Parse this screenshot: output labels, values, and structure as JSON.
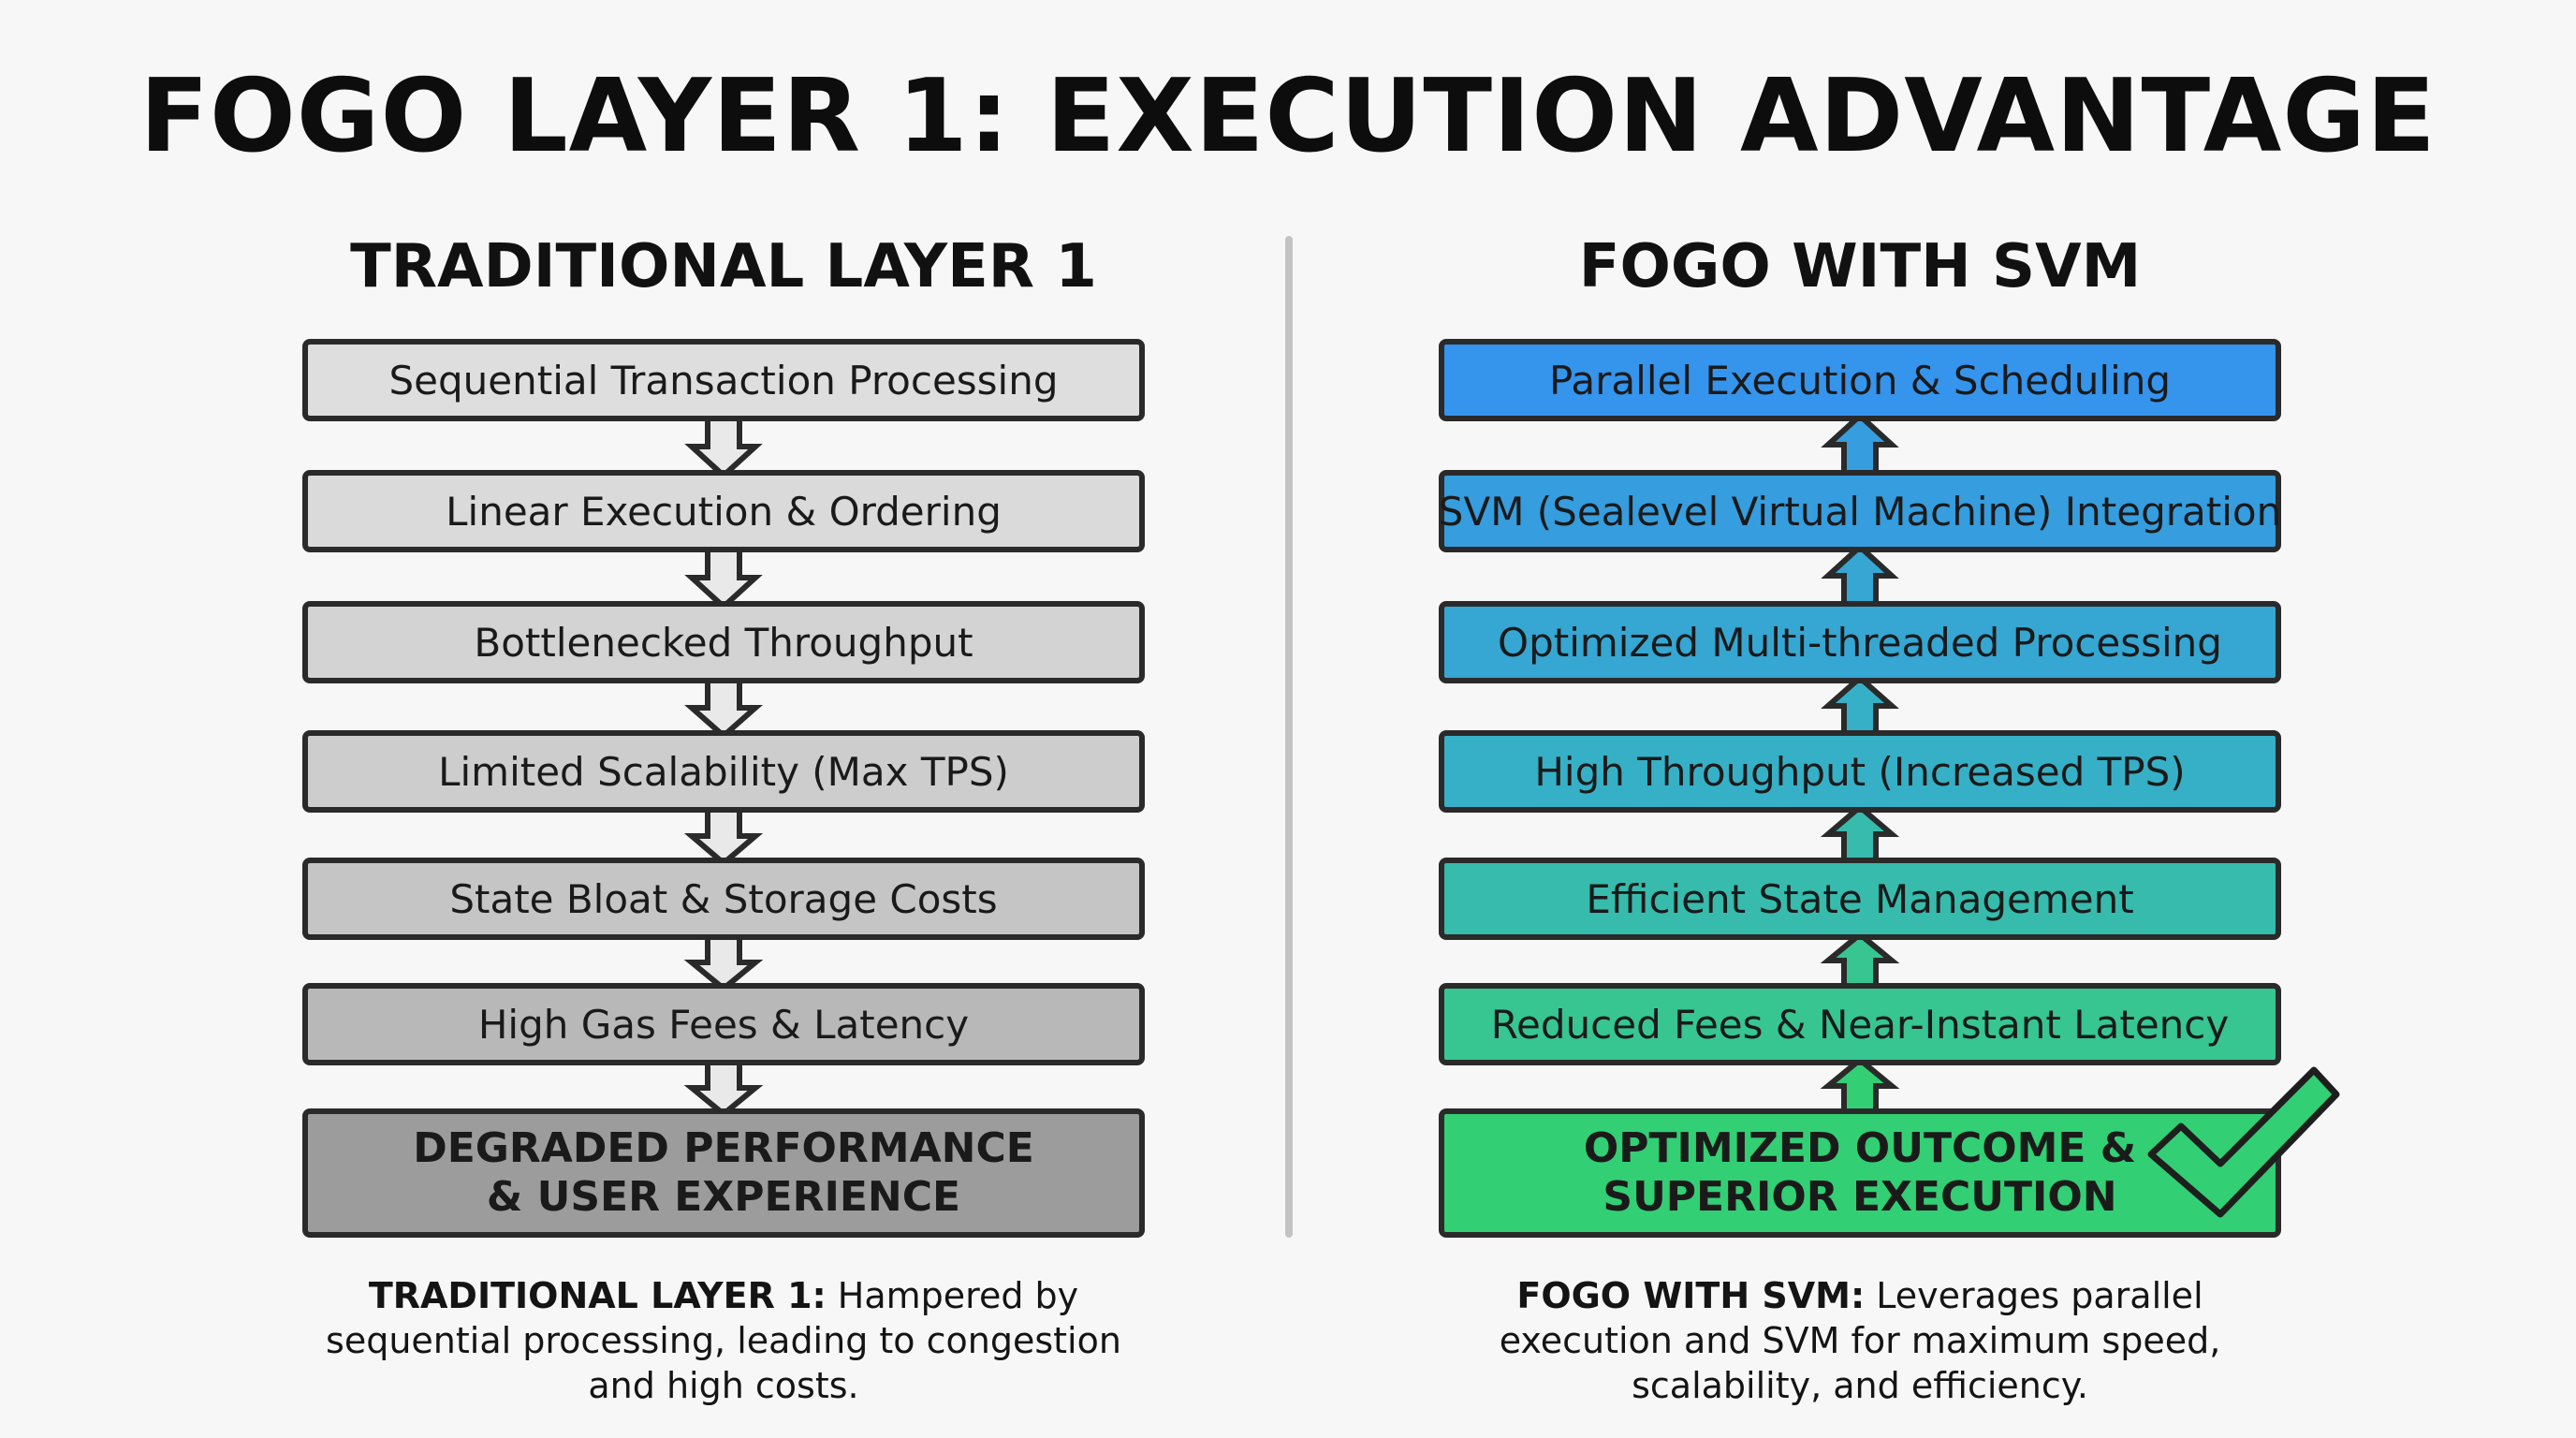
{
  "title": "FOGO LAYER 1: EXECUTION ADVANTAGE",
  "left": {
    "heading": "TRADITIONAL LAYER 1",
    "steps": [
      "Sequential Transaction Processing",
      "Linear Execution & Ordering",
      "Bottlenecked Throughput",
      "Limited Scalability (Max TPS)",
      "State Bloat & Storage Costs",
      "High Gas Fees & Latency",
      "DEGRADED PERFORMANCE\n& USER EXPERIENCE"
    ],
    "step_colors": [
      "#dedede",
      "#dadada",
      "#d3d3d3",
      "#cdcdcd",
      "#c5c5c5",
      "#b8b8b8",
      "#9c9c9c"
    ],
    "note_lead": "TRADITIONAL LAYER 1:",
    "note_text": " Hampered by sequential processing, leading to congestion and high costs."
  },
  "right": {
    "heading": "FOGO WITH SVM",
    "steps": [
      "Parallel Execution & Scheduling",
      "SVM (Sealevel Virtual Machine) Integration",
      "Optimized Multi-threaded Processing",
      "High Throughput (Increased TPS)",
      "Efficient State Management",
      "Reduced Fees & Near-Instant Latency",
      "OPTIMIZED OUTCOME &\nSUPERIOR EXECUTION"
    ],
    "step_colors": [
      "#3594ec",
      "#369dde",
      "#36a6d2",
      "#36b0c6",
      "#37bbac",
      "#37c592",
      "#32cf74"
    ],
    "note_lead": "FOGO WITH SVM:",
    "note_text": " Leverages parallel execution and SVM for maximum speed, scalability, and efficiency."
  },
  "colors": {
    "outline": "#2a2a2a",
    "divider": "#c3c3c3",
    "check_fill": "#32cf74"
  }
}
